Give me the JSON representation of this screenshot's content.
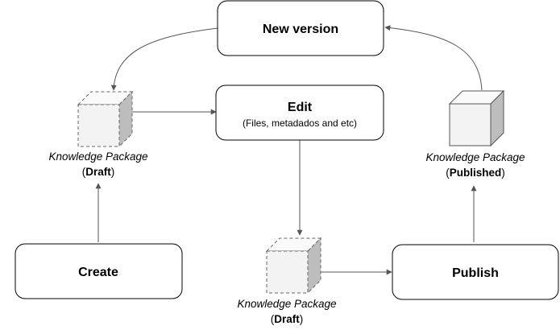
{
  "boxes": {
    "new_version": {
      "title": "New version"
    },
    "edit": {
      "title": "Edit",
      "subtitle": "(Files, metadados and etc)"
    },
    "create": {
      "title": "Create"
    },
    "publish": {
      "title": "Publish"
    }
  },
  "packages": {
    "draft_left": {
      "label": "Knowledge Package",
      "status": "Draft",
      "style": "draft"
    },
    "draft_bottom": {
      "label": "Knowledge Package",
      "status": "Draft",
      "style": "draft"
    },
    "published": {
      "label": "Knowledge Package",
      "status": "Published",
      "style": "published"
    }
  },
  "colors": {
    "box_border": "#000000",
    "arrow": "#555555",
    "cube_front": "#f3f3f3",
    "cube_top": "#fafafa",
    "cube_side": "#bdbdbd",
    "cube_border": "#666666"
  }
}
